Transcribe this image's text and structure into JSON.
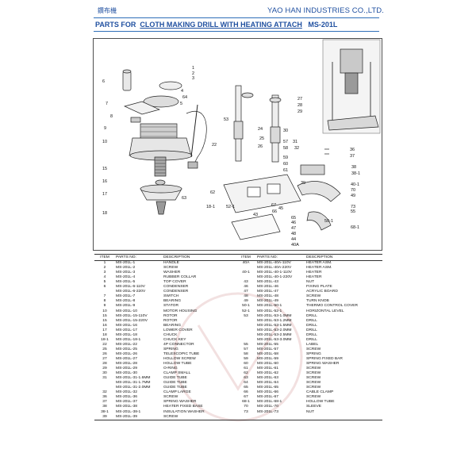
{
  "header": {
    "chinese_title": "鑽布機",
    "company": "YAO HAN INDUSTRIES CO.,LTD.",
    "parts_for": "PARTS FOR",
    "product": "CLOTH MAKING DRILL WITH HEATING ATTACH",
    "model": "MS-201L"
  },
  "diagram": {
    "callouts": [
      "1",
      "2",
      "3",
      "6",
      "4",
      "64",
      "5",
      "7",
      "8",
      "9",
      "10",
      "53",
      "22",
      "27",
      "28",
      "29",
      "25",
      "24",
      "26",
      "57",
      "58",
      "31",
      "59",
      "60",
      "61",
      "32",
      "30",
      "36",
      "37",
      "38",
      "38-1",
      "39",
      "15",
      "16",
      "17",
      "18",
      "62",
      "63",
      "18-1",
      "52-1",
      "43",
      "67",
      "66",
      "40-1",
      "70",
      "49",
      "73",
      "55",
      "50-1",
      "46",
      "47",
      "48",
      "40A",
      "68-1",
      "65",
      "45",
      "44"
    ]
  },
  "table": {
    "headers": [
      "ITEM",
      "PARTS NO:",
      "DESCRIPTION",
      "ITEM",
      "PARTS NO:",
      "DESCRIPTION"
    ],
    "rows": [
      [
        "1",
        "MS-201L-1",
        "HANDLE",
        "40A",
        "MS-201L-40A-110V",
        "HEATER ASM."
      ],
      [
        "2",
        "MS-201L-2",
        "SCREW",
        "",
        "MS-201L-40A-220V",
        "HEATER ASM."
      ],
      [
        "3",
        "MS-201L-3",
        "WASHER",
        "40-1",
        "MS-201L-40-1-110V",
        "HEATER"
      ],
      [
        "4",
        "MS-201L-4",
        "RUBBER COLLAR",
        "",
        "MS-201L-40-1-220V",
        "HEATER"
      ],
      [
        "5",
        "MS-201L-5",
        "TOP COVER",
        "43",
        "MS-201L-43",
        "NUT"
      ],
      [
        "6",
        "MS-201L-6-110V",
        "CONDENSER",
        "46",
        "MS-201L-46",
        "FIXING PLATE"
      ],
      [
        "",
        "MS-201L-6-220V",
        "CONDENSER",
        "47",
        "MS-201L-47",
        "ACRYLIC BOARD"
      ],
      [
        "7",
        "MS-201L-7",
        "SWITCH",
        "48",
        "MS-201L-48",
        "SCREW"
      ],
      [
        "8",
        "MS-201L-8",
        "BEARING",
        "49",
        "MS-201L-49",
        "TURN KNOB"
      ],
      [
        "9",
        "MS-201L-9",
        "STATOR",
        "50-1",
        "MS-201L-50-1",
        "THERMO CONTROL COVER"
      ],
      [
        "10",
        "MS-201L-10",
        "MOTOR HOUSING",
        "52-1",
        "MS-201L-52-1",
        "HORIZONTAL LEVEL"
      ],
      [
        "15",
        "MS-201L-15-110V",
        "ROTOR",
        "53",
        "MS-201L-53-1.0MM",
        "DRILL"
      ],
      [
        "15",
        "MS-201L-15-220V",
        "ROTOR",
        "",
        "MS-201L-53-1.2MM",
        "DRILL"
      ],
      [
        "16",
        "MS-201L-16",
        "BEARING",
        "",
        "MS-201L-53-1.5MM",
        "DRILL"
      ],
      [
        "17",
        "MS-201L-17",
        "LOWER COVER",
        "",
        "MS-201L-53-2.0MM",
        "DRILL"
      ],
      [
        "18",
        "MS-201L-18",
        "CHUCK",
        "",
        "MS-201L-53-2.5MM",
        "DRILL"
      ],
      [
        "18-1",
        "MS-201L-18-1",
        "CHUCK KEY",
        "",
        "MS-201L-53-3.0MM",
        "DRILL"
      ],
      [
        "22",
        "MS-201L-22",
        "4P CONNECTOR",
        "55",
        "MS-201L-55",
        "LABEL"
      ],
      [
        "25",
        "MS-201L-25",
        "SPRING",
        "57",
        "MS-201L-57",
        "SCREW"
      ],
      [
        "26",
        "MS-201L-26",
        "TELESCOPIC TUBE",
        "58",
        "MS-201L-58",
        "SPRING"
      ],
      [
        "27",
        "MS-201L-27",
        "HOLLOW SCREW",
        "59",
        "MS-201L-59",
        "SPRING FIXED BAR"
      ],
      [
        "28",
        "MS-201L-28",
        "HOLLOW TUBE",
        "60",
        "MS-201L-60",
        "SPRING WASHER"
      ],
      [
        "29",
        "MS-201L-29",
        "O-RING",
        "61",
        "MS-201L-61",
        "SCREW"
      ],
      [
        "30",
        "MS-201L-30",
        "CLAMP SMALL",
        "62",
        "MS-201L-62",
        "SCREW"
      ],
      [
        "31",
        "MS-201L-31-1.6MM",
        "GUIDE TUBE",
        "63",
        "MS-201L-63",
        "SCREW"
      ],
      [
        "",
        "MS-201L-31-1.7MM",
        "GUIDE TUBE",
        "64",
        "MS-201L-64",
        "SCREW"
      ],
      [
        "",
        "MS-201L-31-2.0MM",
        "GUIDE TUBE",
        "65",
        "MS-201L-65",
        "SCREW"
      ],
      [
        "32",
        "MS-201L-32",
        "CLAMP LARGE",
        "66",
        "MS-201L-66",
        "CABLE CLAMP"
      ],
      [
        "36",
        "MS-201L-36",
        "SCREW",
        "67",
        "MS-201L-67",
        "SCREW"
      ],
      [
        "37",
        "MS-201L-37",
        "SPRING WASHER",
        "68-1",
        "MS-201L-68-1",
        "HOLLOW TUBE"
      ],
      [
        "38",
        "MS-201L-38",
        "HEATER FIXED BASE",
        "70",
        "MS-201L-70",
        "SLEEVE"
      ],
      [
        "38-1",
        "MS-201L-38-1",
        "INSULATION WASHER",
        "73",
        "MS-201L-73",
        "NUT"
      ],
      [
        "39",
        "MS-201L-39",
        "SCREW",
        "",
        "",
        ""
      ]
    ]
  }
}
